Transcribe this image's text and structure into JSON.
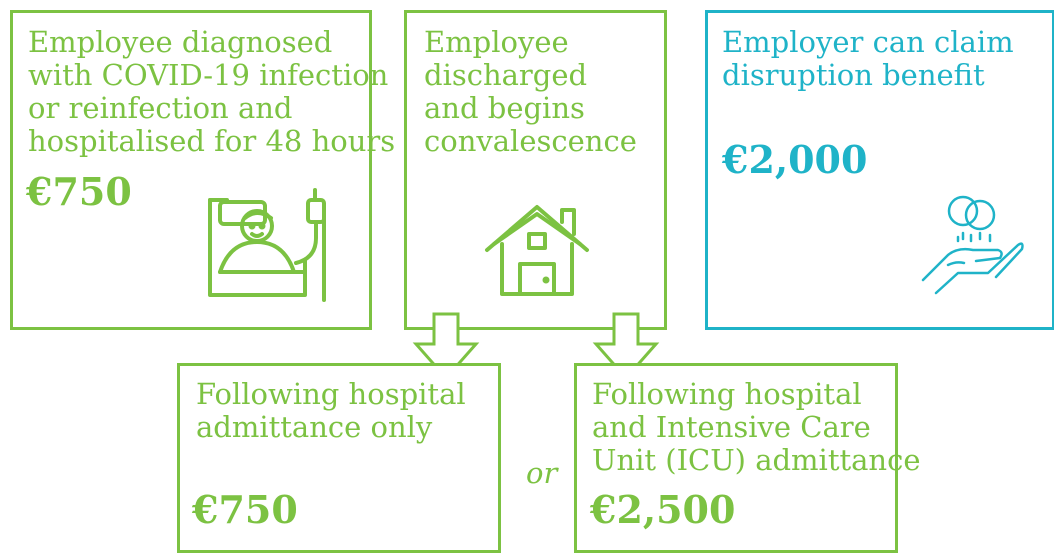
{
  "colors": {
    "green": "#7cc242",
    "teal": "#1fb3c8"
  },
  "box1": {
    "text": "Employee diagnosed\nwith COVID-19 infection\nor reinfection and\nhospitalised for 48 hours",
    "amount": "€750",
    "icon": "hospital-bed-patient-icon"
  },
  "box2": {
    "text": "Employee\ndischarged\nand begins\nconvalescence",
    "icon": "house-icon"
  },
  "box3": {
    "text": "Employer can claim\ndisruption benefit",
    "amount": "€2,000",
    "icon": "hand-coins-icon"
  },
  "box4": {
    "text": "Following hospital\nadmittance only",
    "amount": "€750"
  },
  "box5": {
    "text": "Following hospital\nand Intensive Care\nUnit (ICU) admittance",
    "amount": "€2,500"
  },
  "connector": "or"
}
